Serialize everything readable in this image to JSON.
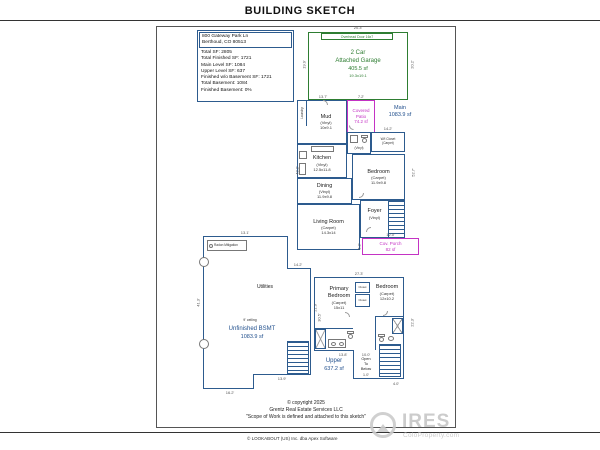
{
  "title": "BUILDING SKETCH",
  "info_box": {
    "address1": "800 Gateway Park Ln",
    "address2": "Berthoud, CO 80513",
    "lines": [
      "Total SF: 2805",
      "Total Finished SF: 1721",
      "Main Level SF: 1084",
      "Upper Level SF: 637",
      "Finished w/o Basement SF: 1721",
      "Total Basement: 1084",
      "Finished Basement: 0%"
    ]
  },
  "garage": {
    "overhead_door": "Overhead Door 16x7",
    "name1": "2 Car",
    "name2": "Attached Garage",
    "area": "405.5 sf",
    "size": "19.3x19.1",
    "dim_top": "20.3'",
    "dim_left": "19.9'",
    "dim_right": "20.2'"
  },
  "main": {
    "label_line1": "Main",
    "label_line2": "1083.9 sf",
    "rooms": {
      "mud": {
        "name": "Mud",
        "floor": "(Vinyl)",
        "size": "10x9.1"
      },
      "laundry": {
        "name": "Laundry"
      },
      "patio": {
        "name1": "Covered",
        "name2": "Patio",
        "area": "74.2 sf"
      },
      "bath": {
        "floor": "(Vinyl)"
      },
      "wicloset": {
        "name": "W/I Closet",
        "floor": "(Carpet)"
      },
      "kitchen": {
        "name": "Kitchen",
        "floor": "(Vinyl)",
        "size": "12.5x11.8"
      },
      "bedroom": {
        "name": "Bedroom",
        "floor": "(Carpet)",
        "size": "11.9x9.8"
      },
      "dining": {
        "name": "Dining",
        "floor": "(Vinyl)",
        "size": "11.9x9.8"
      },
      "living": {
        "name": "Living Room",
        "floor": "(Carpet)",
        "size": "14.3x14"
      },
      "foyer": {
        "name": "Foyer",
        "floor": "(Vinyl)"
      },
      "porch": {
        "name": "Cov. Porch",
        "area": "82 sf"
      }
    },
    "dims": {
      "mud_top": "13.7'",
      "patio_top": "7.2'",
      "closet_top": "14.2'",
      "left": "42.2'",
      "right": "52.7'",
      "porch_top": "12.0'",
      "porch_left": "5.2'"
    }
  },
  "basement": {
    "radon": "Radon Mitigation",
    "utilities": "Utilities",
    "ceiling": "9' ceiling",
    "label_line1": "Unfinished BSMT",
    "label_line2": "1083.9 sf",
    "dims": {
      "top": "13.1'",
      "step": "14.2'",
      "left": "41.3'",
      "right": "30.5'",
      "bottom": "16.2'",
      "bottom_step": "13.9'"
    }
  },
  "upper": {
    "label_line1": "Upper",
    "label_line2": "637.2 sf",
    "open1": "Open",
    "open2": "To",
    "open3": "Below",
    "rooms": {
      "primary": {
        "name1": "Primary",
        "name2": "Bedroom",
        "floor": "(Carpet)",
        "size": "15x11"
      },
      "bedroom": {
        "name": "Bedroom",
        "floor": "(Carpet)",
        "size": "12x10.2"
      },
      "closet1": {
        "name": "Closet"
      },
      "closet2": {
        "name": "Closet"
      }
    },
    "dims": {
      "top": "27.3'",
      "left": "21.9'",
      "right": "22.3'",
      "bottom_left": "13.8'",
      "open_top": "10.0'",
      "open_side": "1.0'",
      "foot": "4.0'"
    }
  },
  "footer": {
    "copyright": "© copyright 2025",
    "company": "Grentz Real Estate Services LLC",
    "scope": "\"Scope of Work is defined and attached to this sketch\"",
    "software": "© LOOKABOUT (US) Inc. dba Apex Software"
  },
  "watermark": {
    "logo": "IRES",
    "tagline": "ColoProperty.com"
  },
  "colors": {
    "wall": "#2d5b8e",
    "garage": "#2e7d32",
    "patio": "#c433c4",
    "blue_text": "#1f4e8c",
    "dim": "#555555",
    "wm": "#cccccc"
  }
}
